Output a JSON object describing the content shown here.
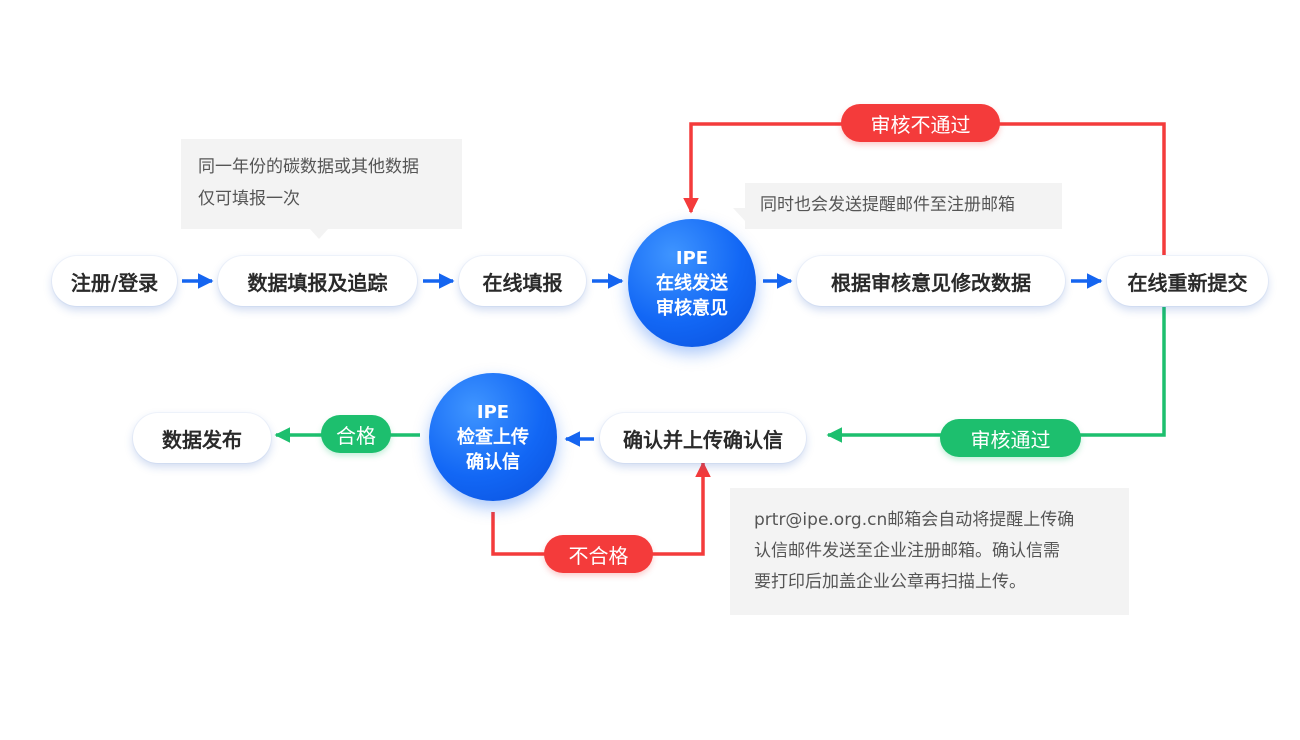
{
  "colors": {
    "blue": "#1565f0",
    "red": "#f43b3b",
    "green": "#1dbf6e",
    "note_bg": "#f3f3f3"
  },
  "nodes": {
    "register": "注册/登录",
    "fill_track": "数据填报及追踪",
    "online_fill": "在线填报",
    "ipe_review": {
      "line1": "IPE",
      "line2": "在线发送",
      "line3": "审核意见"
    },
    "modify_data": "根据审核意见修改数据",
    "resubmit": "在线重新提交",
    "confirm_upload": "确认并上传确认信",
    "ipe_check": {
      "line1": "IPE",
      "line2": "检查上传",
      "line3": "确认信"
    },
    "publish": "数据发布"
  },
  "badges": {
    "not_approved": "审核不通过",
    "approved": "审核通过",
    "qualified": "合格",
    "unqualified": "不合格"
  },
  "notes": {
    "once_per_year": [
      "同一年份的碳数据或其他数据",
      "仅可填报一次"
    ],
    "email_reminder": "同时也会发送提醒邮件至注册邮箱",
    "confirm_letter": [
      "prtr@ipe.org.cn邮箱会自动将提醒上传确",
      "认信邮件发送至企业注册邮箱。确认信需",
      "要打印后加盖企业公章再扫描上传。"
    ]
  }
}
